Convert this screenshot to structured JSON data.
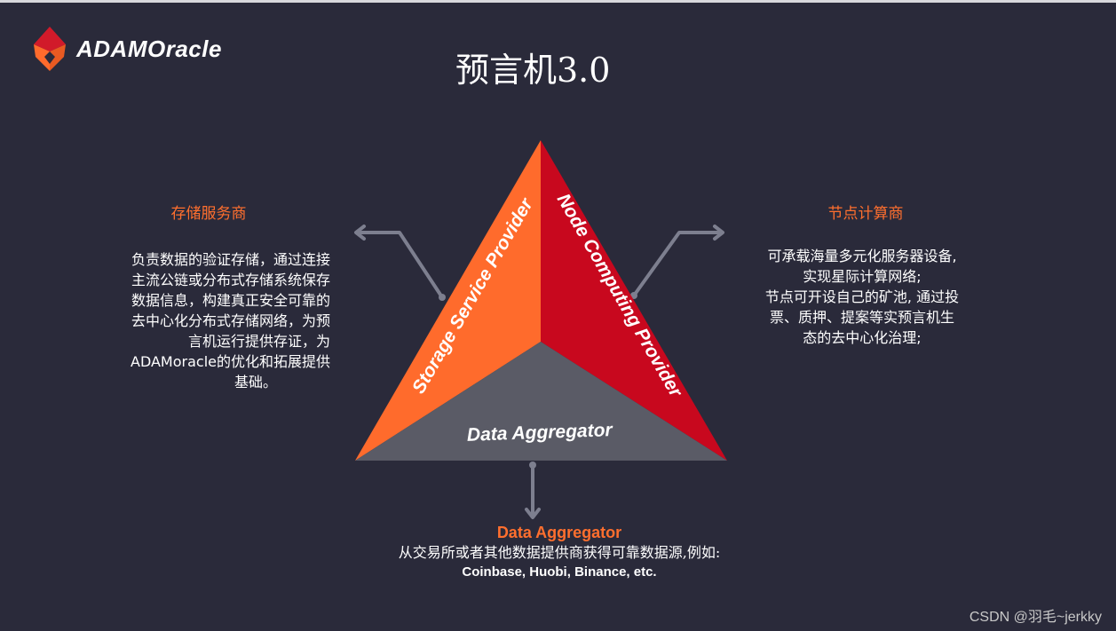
{
  "brand": {
    "name": "ADAMOracle",
    "colors": {
      "red": "#d11a2a",
      "orange": "#ff6b2c"
    }
  },
  "title": "预言机3.0",
  "triangle": {
    "left_label": "Storage Service Provider",
    "right_label": "Node Computing Provider",
    "bottom_label": "Data Aggregator",
    "colors": {
      "left": "#ff6b2c",
      "right": "#c8081e",
      "bottom": "#5a5b66"
    }
  },
  "storage": {
    "heading": "存储服务商",
    "lines": [
      "负责数据的验证存储，通过连接",
      "主流公链或分布式存储系统保存",
      "数据信息，构建真正安全可靠的",
      "去中心化分布式存储网络，为预",
      "言机运行提供存证，为",
      "ADAMoracle的优化和拓展提供",
      "基础。"
    ]
  },
  "node": {
    "heading": "节点计算商",
    "lines": [
      "可承载海量多元化服务器设备,",
      "实现星际计算网络;",
      "节点可开设自己的矿池, 通过投",
      "票、质押、提案等实预言机生",
      "态的去中心化治理;"
    ]
  },
  "aggregator": {
    "heading": "Data Aggregator",
    "description": "从交易所或者其他数据提供商获得可靠数据源,例如:",
    "examples": "Coinbase, Huobi, Binance, etc."
  },
  "watermark": "CSDN @羽毛~jerkky"
}
